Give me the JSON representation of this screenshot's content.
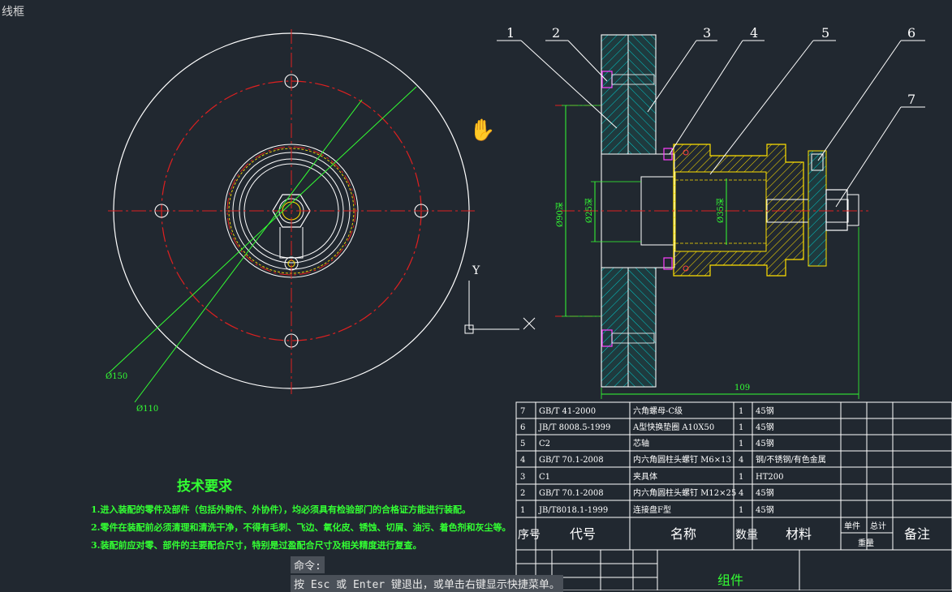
{
  "viewport": {
    "label": "线框"
  },
  "dimensions": {
    "d150": "Ø150",
    "d110": "Ø110",
    "d90": "Ø90深",
    "d25": "Ø25深",
    "d35": "Ø35深",
    "len109": "109"
  },
  "balloons": [
    "1",
    "2",
    "3",
    "4",
    "5",
    "6",
    "7"
  ],
  "ucs": {
    "x_label": "X",
    "y_label": "Y"
  },
  "tech_requirements": {
    "title": "技术要求",
    "lines": [
      "1.进入装配的零件及部件（包括外购件、外协件），均必须具有检验部门的合格证方能进行装配。",
      "2.零件在装配前必须清理和清洗干净，不得有毛刺、飞边、氧化皮、锈蚀、切屑、油污、着色剂和灰尘等。",
      "3.装配前应对零、部件的主要配合尺寸，特别是过盈配合尺寸及相关精度进行复查。"
    ]
  },
  "bom": {
    "rows": [
      {
        "no": "7",
        "code": "GB/T 41-2000",
        "name": "六角螺母-C级",
        "qty": "1",
        "material": "45钢"
      },
      {
        "no": "6",
        "code": "JB/T 8008.5-1999",
        "name": "A型快换垫圈 A10X50",
        "qty": "1",
        "material": "45钢"
      },
      {
        "no": "5",
        "code": "C2",
        "name": "芯轴",
        "qty": "1",
        "material": "45钢"
      },
      {
        "no": "4",
        "code": "GB/T 70.1-2008",
        "name": "内六角圆柱头螺钉 M6×13",
        "qty": "4",
        "material": "钢/不锈钢/有色金属"
      },
      {
        "no": "3",
        "code": "C1",
        "name": "夹具体",
        "qty": "1",
        "material": "HT200"
      },
      {
        "no": "2",
        "code": "GB/T 70.1-2008",
        "name": "内六角圆柱头螺钉 M12×25",
        "qty": "4",
        "material": "45钢"
      },
      {
        "no": "1",
        "code": "JB/T8018.1-1999",
        "name": "连接盘F型",
        "qty": "1",
        "material": "45钢"
      }
    ],
    "header": {
      "no": "序号",
      "code": "代号",
      "name": "名称",
      "qty": "数量",
      "material": "材料",
      "unit": "单件",
      "total": "总计",
      "weight": "重量",
      "remark": "备注"
    },
    "title_block": "组件"
  },
  "command": {
    "label": "命令:",
    "prompt": "按 Esc 或 Enter 键退出，或单击右键显示快捷菜单。"
  },
  "colors": {
    "background": "#212830",
    "white": "#ffffff",
    "red": "#e02020",
    "green": "#33ff33",
    "yellow": "#ffe000",
    "cyan": "#00c8c8",
    "magenta": "#ff40ff"
  }
}
